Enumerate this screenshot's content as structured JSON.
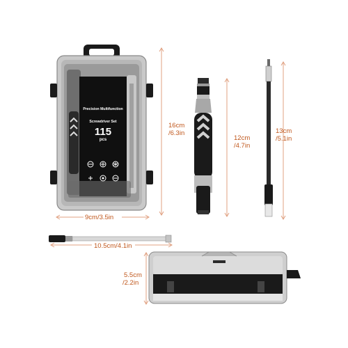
{
  "product": {
    "title_line1": "Precision Multifunction",
    "title_line2": "Screwdriver Set",
    "count": "115",
    "count_unit": "pcs"
  },
  "dimensions": {
    "case_height_cm": "16cm",
    "case_height_in": "/6.3in",
    "case_width": "9cm/3.5in",
    "handle_length_cm": "12cm",
    "handle_length_in": "/4.7in",
    "extension_length_cm": "13cm",
    "extension_length_in": "/5.1in",
    "rod_length": "10.5cm/4.1in",
    "case_depth_cm": "5.5cm",
    "case_depth_in": "/2.2in"
  },
  "colors": {
    "dimension_text": "#c0571c",
    "dimension_line": "#e0a080",
    "case_plastic": "#d4d4d4",
    "dark": "#1a1a1a"
  },
  "icons": [
    "flathead-bit-icon",
    "phillips-bit-icon",
    "torx-bit-icon",
    "cross-bit-icon",
    "hex-bit-icon",
    "pozi-bit-icon"
  ]
}
